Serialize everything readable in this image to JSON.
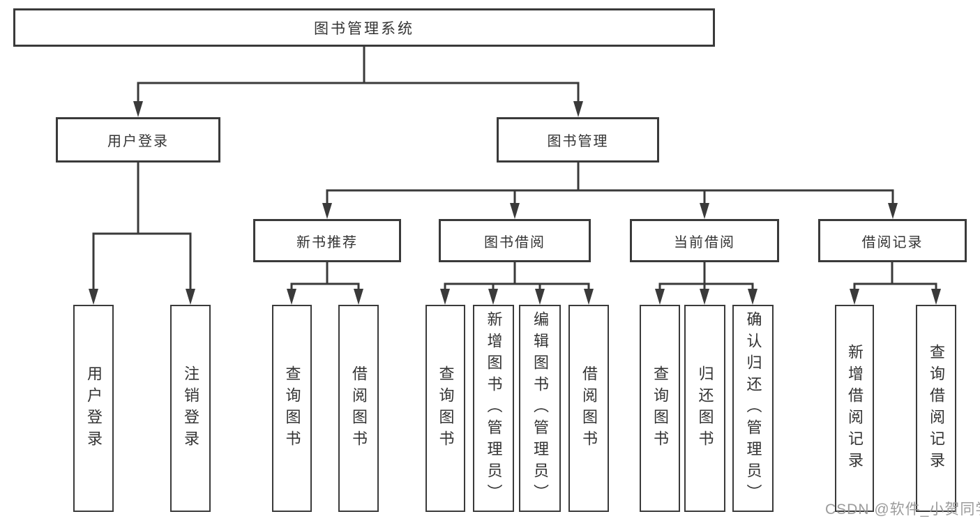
{
  "tree": {
    "root": {
      "label": "图书管理系统"
    },
    "children": [
      {
        "label": "用户登录",
        "children": [
          {
            "label": "用户登录"
          },
          {
            "label": "注销登录"
          }
        ]
      },
      {
        "label": "图书管理",
        "children": [
          {
            "label": "新书推荐",
            "children": [
              {
                "label": "查询图书"
              },
              {
                "label": "借阅图书"
              }
            ]
          },
          {
            "label": "图书借阅",
            "children": [
              {
                "label": "查询图书"
              },
              {
                "label": "新增图书（管理员）"
              },
              {
                "label": "编辑图书（管理员）"
              },
              {
                "label": "借阅图书"
              }
            ]
          },
          {
            "label": "当前借阅",
            "children": [
              {
                "label": "查询图书"
              },
              {
                "label": "归还图书"
              },
              {
                "label": "确认归还（管理员）"
              }
            ]
          },
          {
            "label": "借阅记录",
            "children": [
              {
                "label": "新增借阅记录"
              },
              {
                "label": "查询借阅记录"
              }
            ]
          }
        ]
      }
    ]
  },
  "watermark": "CSDN @软件_小贺同学",
  "colors": {
    "background": "#ffffff",
    "line": "#3a3a3a",
    "box_border": "#3a3a3a",
    "box_fill": "#ffffff",
    "text": "#333333",
    "watermark": "#969696"
  }
}
